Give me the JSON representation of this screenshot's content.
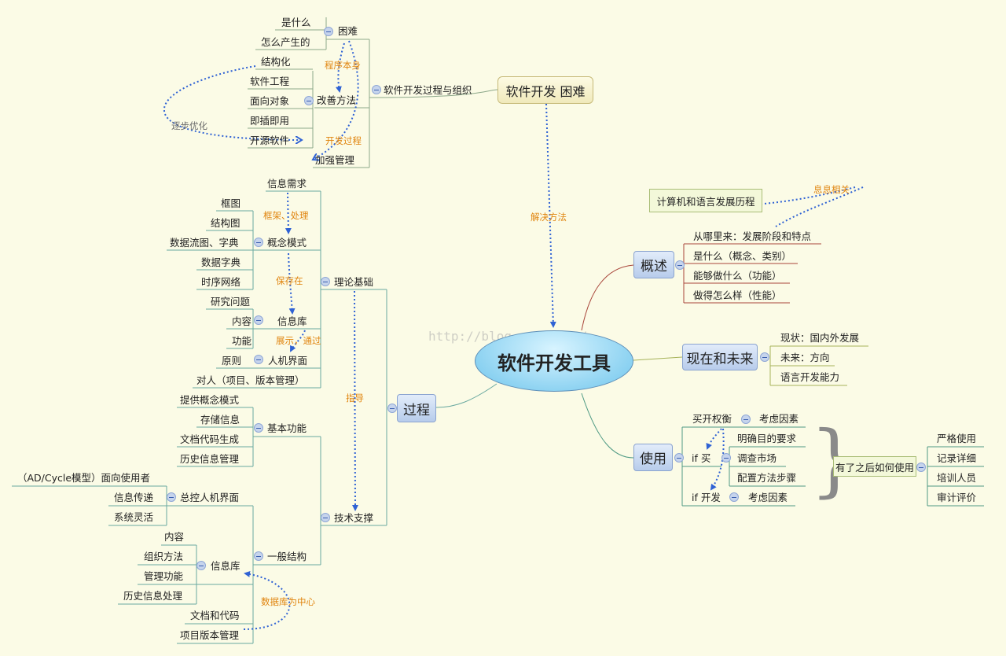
{
  "center": "软件开发工具",
  "watermark": "http://blog.csdn.net/",
  "topics": {
    "difficulty": "软件开发 困难",
    "overview": "概述",
    "present": "现在和未来",
    "use": "使用",
    "process": "过程"
  },
  "difficulty_branch": {
    "org": "软件开发过程与组织",
    "hard": "困难",
    "hard_children": [
      "是什么",
      "怎么产生的"
    ],
    "improve": "改善方法",
    "improve_children": [
      "结构化",
      "软件工程",
      "面向对象",
      "即插即用",
      "开源软件"
    ],
    "strengthen": "加强管理"
  },
  "overview_branch": {
    "history": "计算机和语言发展历程",
    "items": [
      "从哪里来：发展阶段和特点",
      "是什么（概念、类别）",
      "能够做什么（功能）",
      "做得怎么样（性能）"
    ]
  },
  "present_branch": {
    "items": [
      "现状：国内外发展",
      "未来：方向",
      "语言开发能力"
    ]
  },
  "use_branch": {
    "tradeoff": "买开权衡",
    "tradeoff_child": "考虑因素",
    "ifbuy": "if 买",
    "ifbuy_children": [
      "明确目的要求",
      "调查市场",
      "配置方法步骤"
    ],
    "ifdev": "if 开发",
    "ifdev_child": "考虑因素",
    "after": "有了之后如何使用",
    "after_children": [
      "严格使用",
      "记录详细",
      "培训人员",
      "审计评价"
    ]
  },
  "process_branch": {
    "theory": "理论基础",
    "info_req": "信息需求",
    "concept": "概念模式",
    "concept_children": [
      "框图",
      "结构图",
      "数据流图、字典",
      "数据字典",
      "时序网络"
    ],
    "infobase": "信息库",
    "infobase_children": [
      "研究问题",
      "内容",
      "功能"
    ],
    "hci": "人机界面",
    "hci_children": [
      "原则"
    ],
    "to_people": "对人（项目、版本管理）",
    "tech": "技术支撑",
    "basic": "基本功能",
    "basic_children": [
      "提供概念模式",
      "存储信息",
      "文档代码生成",
      "历史信息管理"
    ],
    "general": "一般结构",
    "control": "总控人机界面",
    "control_children": [
      "（AD/Cycle模型）面向使用者",
      "信息传递",
      "系统灵活"
    ],
    "infobase2": "信息库",
    "infobase2_children": [
      "内容",
      "组织方法",
      "管理功能",
      "历史信息处理"
    ],
    "doc_code": "文档和代码",
    "version": "项目版本管理"
  },
  "relations": {
    "solve": "解决方法",
    "program_itself": "程序本身",
    "dev_process": "开发过程",
    "step_opt": "逐步优化",
    "info_related": "息息相关",
    "frame_process": "框架、处理",
    "save_in": "保存在",
    "show_via": "展示，通过",
    "guide": "指导",
    "db_center": "数据库为中心"
  },
  "colors": {
    "background": "#fbfbe6",
    "line_green": "#4f9a84",
    "line_red": "#a8453a",
    "line_olive": "#a7b35a",
    "line_teal": "#6aa9a0",
    "relation_blue": "#2f62d4",
    "label_orange": "#e0840e"
  }
}
